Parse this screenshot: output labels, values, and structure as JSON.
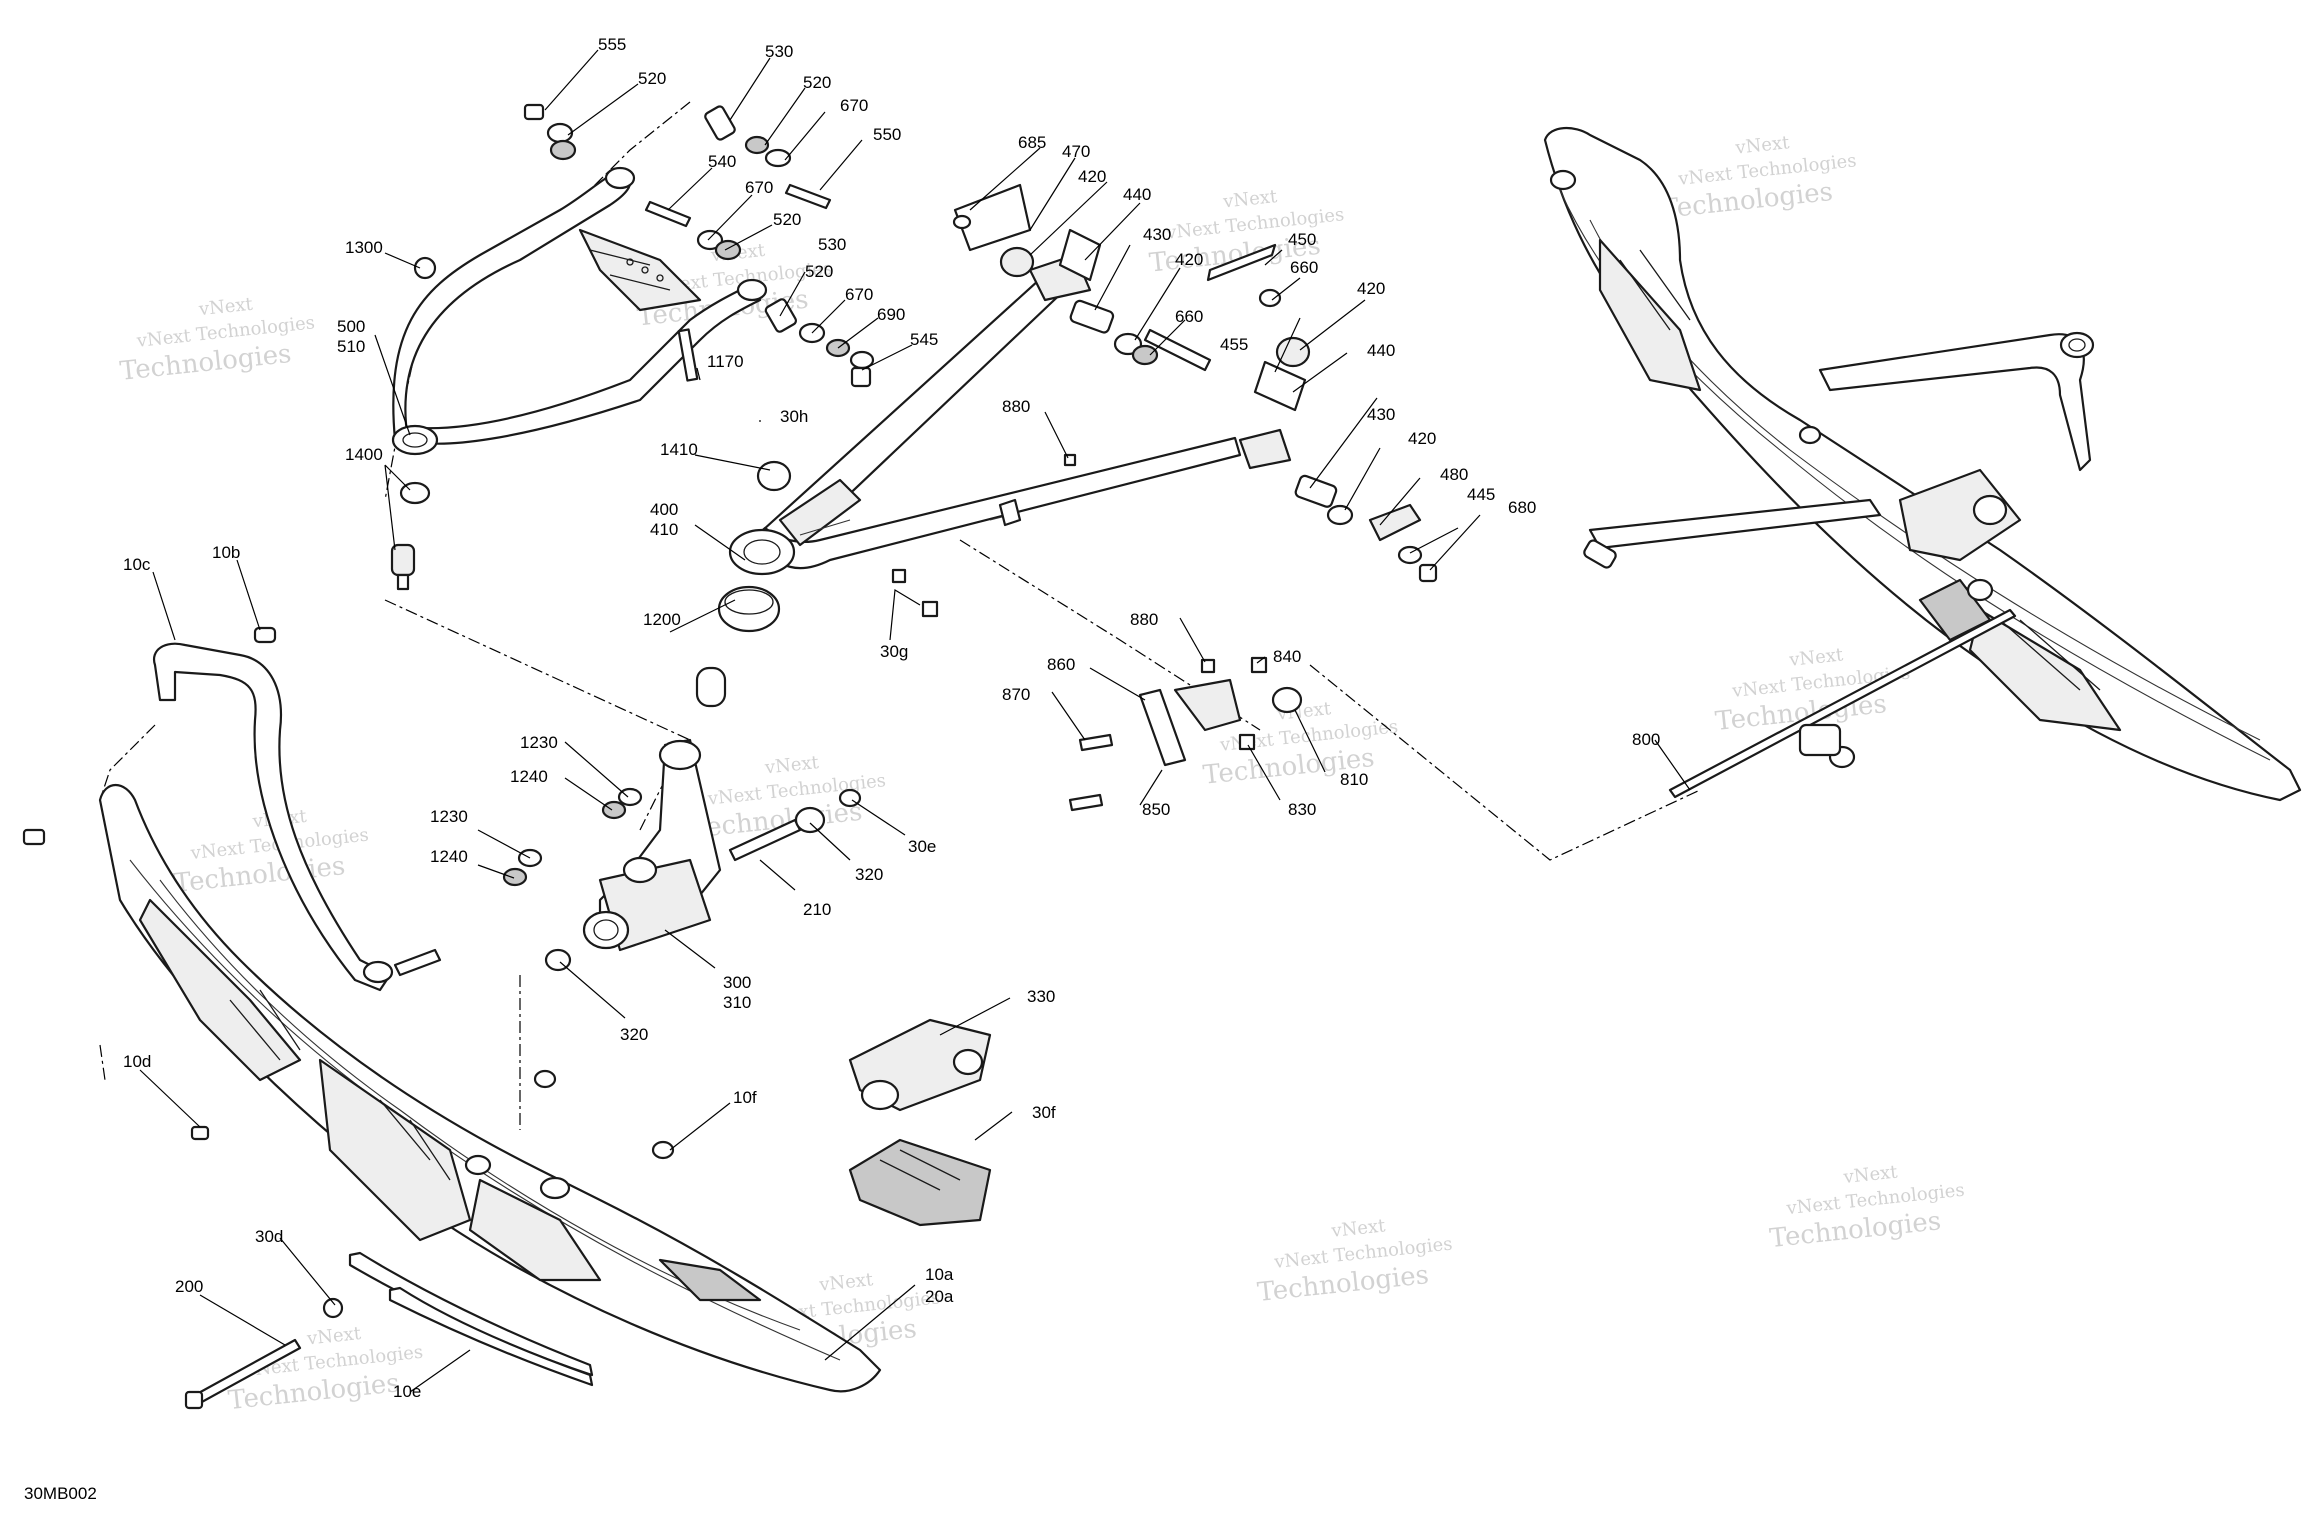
{
  "diagram": {
    "figure_id": "30MB002",
    "watermark": {
      "line1": "vNext",
      "line2": "vNext Technologies",
      "line3": "Technologies"
    },
    "callouts": [
      {
        "id": "c555",
        "label": "555"
      },
      {
        "id": "c520a",
        "label": "520"
      },
      {
        "id": "c530",
        "label": "530"
      },
      {
        "id": "c520b",
        "label": "520"
      },
      {
        "id": "c670a",
        "label": "670"
      },
      {
        "id": "c550",
        "label": "550"
      },
      {
        "id": "c540",
        "label": "540"
      },
      {
        "id": "c670b",
        "label": "670"
      },
      {
        "id": "c520c",
        "label": "520"
      },
      {
        "id": "c530b",
        "label": "530"
      },
      {
        "id": "c520d",
        "label": "520"
      },
      {
        "id": "c670c",
        "label": "670"
      },
      {
        "id": "c690",
        "label": "690"
      },
      {
        "id": "c545",
        "label": "545"
      },
      {
        "id": "c1300",
        "label": "1300"
      },
      {
        "id": "c500",
        "label": "500"
      },
      {
        "id": "c510",
        "label": "510"
      },
      {
        "id": "c1400",
        "label": "1400"
      },
      {
        "id": "c1170",
        "label": "1170"
      },
      {
        "id": "c30h",
        "label": "30h"
      },
      {
        "id": "c1410",
        "label": "1410"
      },
      {
        "id": "c400",
        "label": "400"
      },
      {
        "id": "c410",
        "label": "410"
      },
      {
        "id": "c1200",
        "label": "1200"
      },
      {
        "id": "c30g",
        "label": "30g"
      },
      {
        "id": "c685",
        "label": "685"
      },
      {
        "id": "c470",
        "label": "470"
      },
      {
        "id": "c420a",
        "label": "420"
      },
      {
        "id": "c440a",
        "label": "440"
      },
      {
        "id": "c430a",
        "label": "430"
      },
      {
        "id": "c450",
        "label": "450"
      },
      {
        "id": "c420b",
        "label": "420"
      },
      {
        "id": "c660a",
        "label": "660"
      },
      {
        "id": "c660b",
        "label": "660"
      },
      {
        "id": "c420c",
        "label": "420"
      },
      {
        "id": "c455",
        "label": "455"
      },
      {
        "id": "c880a",
        "label": "880"
      },
      {
        "id": "c440b",
        "label": "440"
      },
      {
        "id": "c430b",
        "label": "430"
      },
      {
        "id": "c420d",
        "label": "420"
      },
      {
        "id": "c480",
        "label": "480"
      },
      {
        "id": "c445",
        "label": "445"
      },
      {
        "id": "c680",
        "label": "680"
      },
      {
        "id": "c10c",
        "label": "10c"
      },
      {
        "id": "c10b",
        "label": "10b"
      },
      {
        "id": "c880b",
        "label": "880"
      },
      {
        "id": "c860",
        "label": "860"
      },
      {
        "id": "c840",
        "label": "840"
      },
      {
        "id": "c870",
        "label": "870"
      },
      {
        "id": "c810",
        "label": "810"
      },
      {
        "id": "c850",
        "label": "850"
      },
      {
        "id": "c830",
        "label": "830"
      },
      {
        "id": "c1230a",
        "label": "1230"
      },
      {
        "id": "c1240a",
        "label": "1240"
      },
      {
        "id": "c1230b",
        "label": "1230"
      },
      {
        "id": "c1240b",
        "label": "1240"
      },
      {
        "id": "c30e",
        "label": "30e"
      },
      {
        "id": "c320a",
        "label": "320"
      },
      {
        "id": "c210",
        "label": "210"
      },
      {
        "id": "c300",
        "label": "300"
      },
      {
        "id": "c310",
        "label": "310"
      },
      {
        "id": "c320b",
        "label": "320"
      },
      {
        "id": "c330",
        "label": "330"
      },
      {
        "id": "c800",
        "label": "800"
      },
      {
        "id": "c10d",
        "label": "10d"
      },
      {
        "id": "c10f",
        "label": "10f"
      },
      {
        "id": "c30f",
        "label": "30f"
      },
      {
        "id": "c30d",
        "label": "30d"
      },
      {
        "id": "c200",
        "label": "200"
      },
      {
        "id": "c10a",
        "label": "10a"
      },
      {
        "id": "c20a",
        "label": "20a"
      },
      {
        "id": "c10e",
        "label": "10e"
      }
    ]
  }
}
